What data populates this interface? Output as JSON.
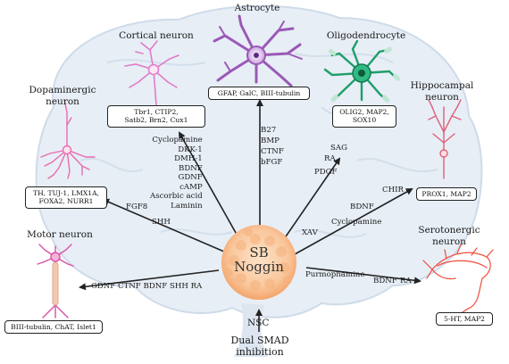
{
  "center": {
    "line1": "SB",
    "line2": "Noggin"
  },
  "source": {
    "nsc": "NSC",
    "dual_smad_line1": "Dual SMAD",
    "dual_smad_line2": "inhibition"
  },
  "neurons": {
    "astrocyte": {
      "title": "Astrocyte",
      "markers": "GFAP, GalC, BIII-tubulin",
      "factors": [
        "B27",
        "BMP",
        "CTNF",
        "bFGF"
      ],
      "color": "#9b59b6"
    },
    "cortical": {
      "title": "Cortical neuron",
      "markers_line1": "Tbr1, CTIP2,",
      "markers_line2": "Satb2, Brn2, Cux1",
      "factors": [
        "Cyclopamine",
        "DKK-1",
        "DMH-1",
        "BDNF",
        "GDNF",
        "cAMP",
        "Ascorbic acid",
        "Laminin"
      ],
      "color": "#e07bc8"
    },
    "oligodendrocyte": {
      "title": "Oligodendrocyte",
      "markers_line1": "OLIG2, MAP2,",
      "markers_line2": "SOX10",
      "factors": [
        "SAG",
        "RA",
        "PDGF"
      ],
      "color": "#1e9e6a"
    },
    "dopaminergic": {
      "title_line1": "Dopaminergic",
      "title_line2": "neuron",
      "markers_line1": "TH, TUJ-1, LMX1A,",
      "markers_line2": "FOXA2, NURR1",
      "factors": [
        "FGF8",
        "SHH"
      ],
      "color": "#e86bb0"
    },
    "hippocampal": {
      "title_line1": "Hippocampal",
      "title_line2": "neuron",
      "markers": "PROX1, MAP2",
      "factors": [
        "CHIR",
        "BDNF",
        "Cyclopamine",
        "XAV"
      ],
      "color": "#e0607a"
    },
    "motor": {
      "title": "Motor neuron",
      "markers": "BIII-tubulin, ChAT, Islet1",
      "factors": [
        "GDNF",
        "CTNF",
        "BDNF",
        "SHH",
        "RA"
      ],
      "color": "#d94fa3"
    },
    "serotonergic": {
      "title_line1": "Serotonergic",
      "title_line2": "neuron",
      "markers": "5-HT, MAP2",
      "factors": [
        "Purmophamine",
        "BDNF",
        "RA"
      ],
      "color": "#f04b3a"
    }
  }
}
